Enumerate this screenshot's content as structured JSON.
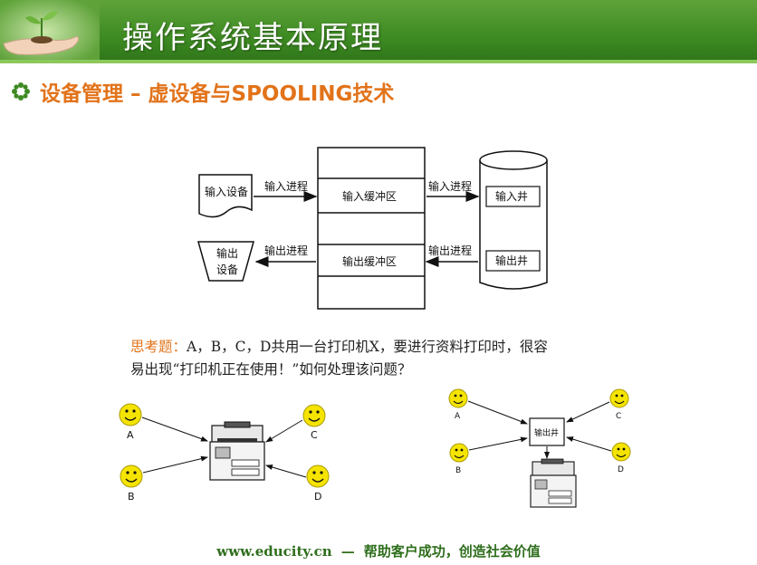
{
  "header": {
    "title": "操作系统基本原理"
  },
  "subtitle": "设备管理 – 虚设备与SPOOLING技术",
  "diagram": {
    "input_device": "输入设备",
    "input_process_left": "输入进程",
    "input_buffer": "输入缓冲区",
    "input_process_right": "输入进程",
    "input_well": "输入井",
    "output_device_line1": "输出",
    "output_device_line2": "设备",
    "output_process_left": "输出进程",
    "output_buffer": "输出缓冲区",
    "output_process_right": "输出进程",
    "output_well": "输出井"
  },
  "question": {
    "label": "思考题：",
    "text1": "A，B，C，D共用一台打印机X，要进行资料打印时，很容",
    "text2": "易出现“打印机正在使用！”如何处理该问题？"
  },
  "users_left": {
    "a": "A",
    "b": "B",
    "c": "C",
    "d": "D"
  },
  "users_right": {
    "a": "A",
    "b": "B",
    "c": "C",
    "d": "D",
    "well": "输出井"
  },
  "footer": {
    "url": "www.educity.cn",
    "dash": "—",
    "slogan": "帮助客户成功，创造社会价值"
  }
}
